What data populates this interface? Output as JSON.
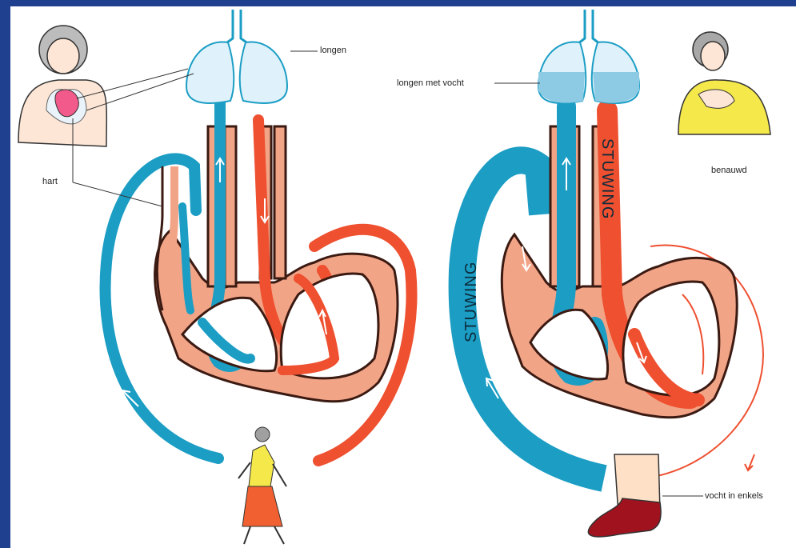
{
  "labels": {
    "lungs": "longen",
    "lungs_fluid": "longen met vocht",
    "heart": "hart",
    "breathless": "benauwd",
    "ankle_fluid": "vocht in enkels",
    "congestion_left": "STUWING",
    "congestion_top": "STUWING"
  },
  "colors": {
    "frame": "#1f3f8f",
    "vein_blue": "#1b9dc4",
    "artery_red": "#ee5030",
    "heart_tissue": "#f2a487",
    "heart_outline": "#3b1a12",
    "lung_fill": "#dff2fb",
    "lung_fluid": "#8ccbe3",
    "shirt_yellow": "#f4e84a",
    "skirt_orange": "#f06030",
    "shoe_red": "#a0121e"
  },
  "icons": [
    "healthy-heart-icon",
    "failing-heart-icon",
    "lungs-icon",
    "lungs-fluid-icon",
    "woman-portrait-icon",
    "woman-breathless-icon",
    "walking-woman-icon",
    "swollen-ankle-icon"
  ]
}
